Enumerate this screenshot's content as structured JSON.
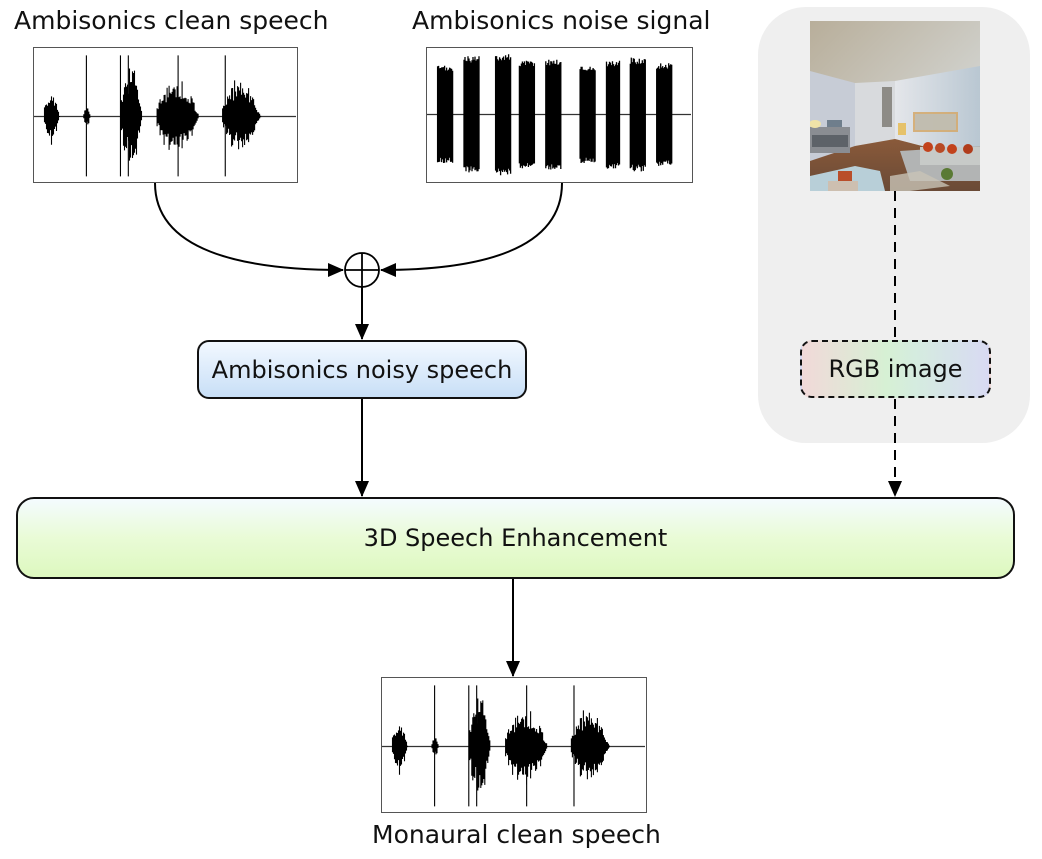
{
  "diagram": {
    "inputs": {
      "clean_speech": {
        "label": "Ambisonics clean speech",
        "icon": "waveform-speech"
      },
      "noise_signal": {
        "label": "Ambisonics noise signal",
        "icon": "waveform-noise"
      }
    },
    "mixer": {
      "symbol": "⊕",
      "icon": "sum-icon"
    },
    "noisy_speech": {
      "label": "Ambisonics noisy speech"
    },
    "visual_branch": {
      "image": {
        "icon": "room-photo",
        "description": "indoor living room panorama"
      },
      "rgb_label": "RGB image"
    },
    "model": {
      "label": "3D Speech Enhancement"
    },
    "output": {
      "label": "Monaural clean speech",
      "icon": "waveform-speech"
    },
    "colors": {
      "noisy_box_top": "#f2f8ff",
      "noisy_box_bottom": "#c8dff7",
      "model_box_top": "#f4fbff",
      "model_box_bottom": "#ddf8bf",
      "panel_bg": "#efefef",
      "rgb_gradient": [
        "#f1d9d9",
        "#d6f0d4",
        "#d8daf3"
      ]
    }
  }
}
